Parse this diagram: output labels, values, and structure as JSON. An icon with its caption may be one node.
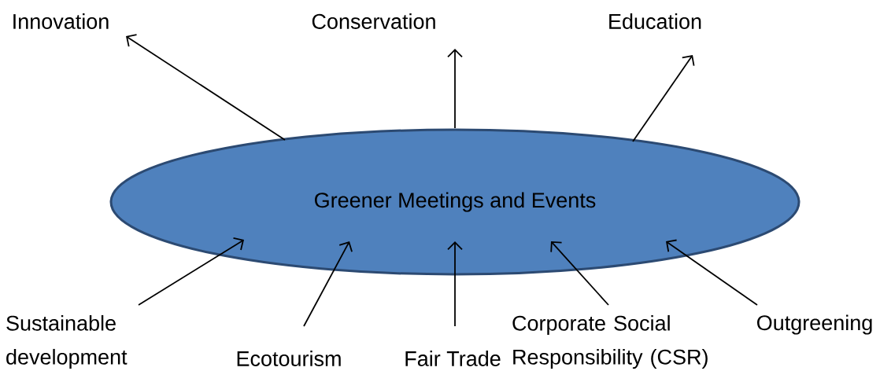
{
  "diagram": {
    "nodes": [
      {
        "text": [
          "Greener Meetings and Events"
        ]
      },
      {
        "text": [
          "Innovation"
        ]
      },
      {
        "text": [
          "Conservation"
        ]
      },
      {
        "text": [
          "Education"
        ]
      },
      {
        "text": [
          "Sustainable development"
        ]
      },
      {
        "text": [
          "Ecotourism"
        ]
      },
      {
        "text": [
          "Fair Trade"
        ]
      },
      {
        "text": [
          "Corporate Social Responsibility (CSR)"
        ]
      },
      {
        "text": [
          "Outgreening"
        ]
      }
    ],
    "edges": [
      {
        "from": 0,
        "to": 1,
        "arrow": "to"
      },
      {
        "from": 0,
        "to": 2,
        "arrow": "to"
      },
      {
        "from": 0,
        "to": 3,
        "arrow": "to"
      },
      {
        "from": 4,
        "to": 0,
        "arrow": "to"
      },
      {
        "from": 5,
        "to": 0,
        "arrow": "to"
      },
      {
        "from": 6,
        "to": 0,
        "arrow": "to"
      },
      {
        "from": 7,
        "to": 0,
        "arrow": "to"
      },
      {
        "from": 8,
        "to": 0,
        "arrow": "to"
      }
    ]
  }
}
